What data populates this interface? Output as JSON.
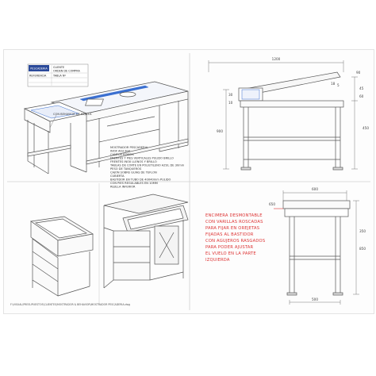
{
  "title_block": {
    "logo": "PESCADERIA",
    "row1_label": "CLIENTE",
    "row1_value": "ORDEN DE COMPRA",
    "row2_label": "REFERENCIA",
    "row2_value": "TABLA Nº"
  },
  "callout_basin": "CON BEHAVIOR DE REJILLA",
  "spec_lines": [
    "MOSTRADOR PESCADERIA",
    "INOX AISI-304",
    "CANTOS ROMOS",
    "FRENTES Y PIES VERTICALES PULIDO BRILLO",
    "FRENTES INOX LLENOS Y BRILLO",
    "TABLAS DE CORTE EN POLIETILENO AZUL DE 30mm",
    "PESO DE TANQUEROS",
    "CAJÓN SOBRE GUIAS DE TEFLON",
    "CUBIERTA",
    "BASTIDOR EN TUBO DE 40X40mm PULIDO",
    "CON PIES REGULABLES EN 10MM",
    "REJILLA INFERIOR"
  ],
  "top_view_dims": {
    "width": "1200",
    "height": "450",
    "depth": "900",
    "side_a": "90",
    "side_b": "45",
    "side_c": "60",
    "small_a": "18",
    "small_b": "5",
    "left_a": "30",
    "left_b": "10"
  },
  "side_view_dims": {
    "top_width": "600",
    "bottom_width": "500",
    "label_top": "650",
    "side_h": "850",
    "side_b": "350"
  },
  "red_note": [
    "ENCIMERA DESMONTABLE",
    "CON VARILLAS ROSCADAS",
    "PARA FIJAR EN OREJETAS",
    "FIJADAS AL BASTIDOR",
    "CON AGUJEROS RASGADOS",
    "PARA PODER AJUSTAR",
    "EL VUELO EN LA PARTE",
    "IZQUIERDA"
  ],
  "footer_path": "F:\\VISUAL\\PRESUPUESTOS\\CLIENTES\\MOSTRADOR & BEHAVIOR\\MOSTRADOR PESCADERIA.dwg",
  "colors": {
    "line": "#555555",
    "accent": "#3a6fd0",
    "red_note": "#dd3333",
    "border": "#c8c8c8"
  }
}
